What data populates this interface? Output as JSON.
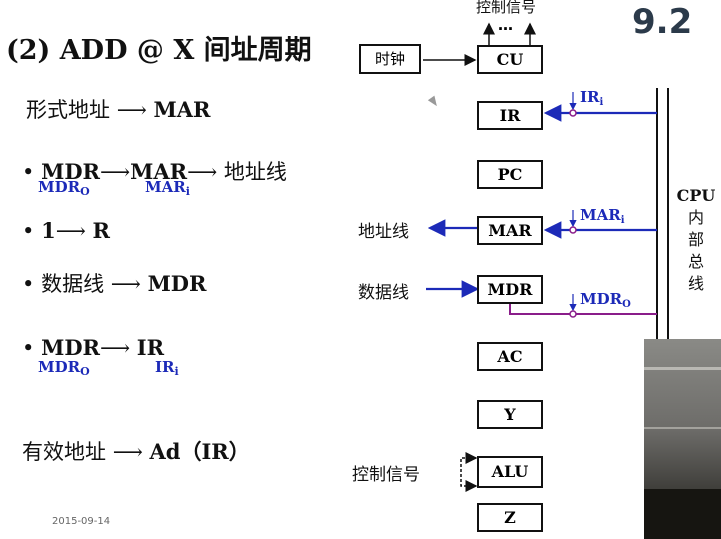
{
  "slide": {
    "title_prefix": "(2) ADD @ X ",
    "title_cn": "间址周期",
    "section": "9.2",
    "date": "2015-09-14"
  },
  "steps": [
    {
      "cn": "形式地址",
      "rhs": "MAR"
    },
    {
      "lhs": "MDR",
      "mid": "MAR",
      "rhs_cn": "地址线",
      "sub_lhs": "MDR",
      "sub_lhs_i": "O",
      "sub_mid": "MAR",
      "sub_mid_i": "i"
    },
    {
      "lhs": "1",
      "rhs": "R"
    },
    {
      "cn": "数据线",
      "rhs": "MDR"
    },
    {
      "lhs": "MDR",
      "rhs": "IR",
      "sub_lhs": "MDR",
      "sub_lhs_i": "O",
      "sub_rhs": "IR",
      "sub_rhs_i": "i"
    },
    {
      "cn": "有效地址",
      "rhs": "Ad（IR）"
    }
  ],
  "symbols": {
    "bullet": "•"
  },
  "diagram": {
    "clock": "时钟",
    "control_signal_top": "控制信号",
    "dots": "…",
    "registers": [
      "CU",
      "IR",
      "PC",
      "MAR",
      "MDR",
      "AC",
      "Y",
      "ALU",
      "Z"
    ],
    "address_bus": "地址线",
    "data_bus": "数据线",
    "control_signal_alu": "控制信号",
    "cpu_bus": {
      "cpu": "CPU",
      "chars": [
        "内",
        "部",
        "总",
        "线"
      ]
    },
    "signals": [
      {
        "name": "IR",
        "sub": "i"
      },
      {
        "name": "MAR",
        "sub": "i"
      },
      {
        "name": "MDR",
        "sub": "O"
      }
    ]
  },
  "colors": {
    "signal": "#1c2ab8",
    "mdr_out": "#8a1d8a",
    "ink": "#111111"
  }
}
